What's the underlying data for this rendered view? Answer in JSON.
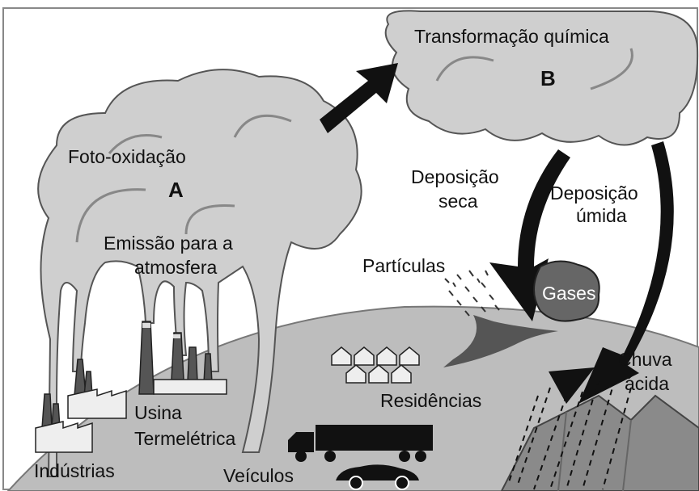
{
  "labels": {
    "transformacao": "Transformação química",
    "b": "B",
    "foto": "Foto-oxidação",
    "a": "A",
    "emissao1": "Emissão para a",
    "emissao2": "atmosfera",
    "dep_seca1": "Deposição",
    "dep_seca2": "seca",
    "dep_umida1": "Deposição",
    "dep_umida2": "úmida",
    "particulas": "Partículas",
    "gases": "Gases",
    "chuva1": "Chuva",
    "chuva2": "ácida",
    "residencias": "Residências",
    "usina1": "Usina",
    "usina2": "Termelétrica",
    "industrias": "Indústrias",
    "veiculos": "Veículos"
  },
  "colors": {
    "cloud": "#cfcfcf",
    "ground": "#bdbdbd",
    "arrow": "#111111",
    "outline": "#333333"
  }
}
